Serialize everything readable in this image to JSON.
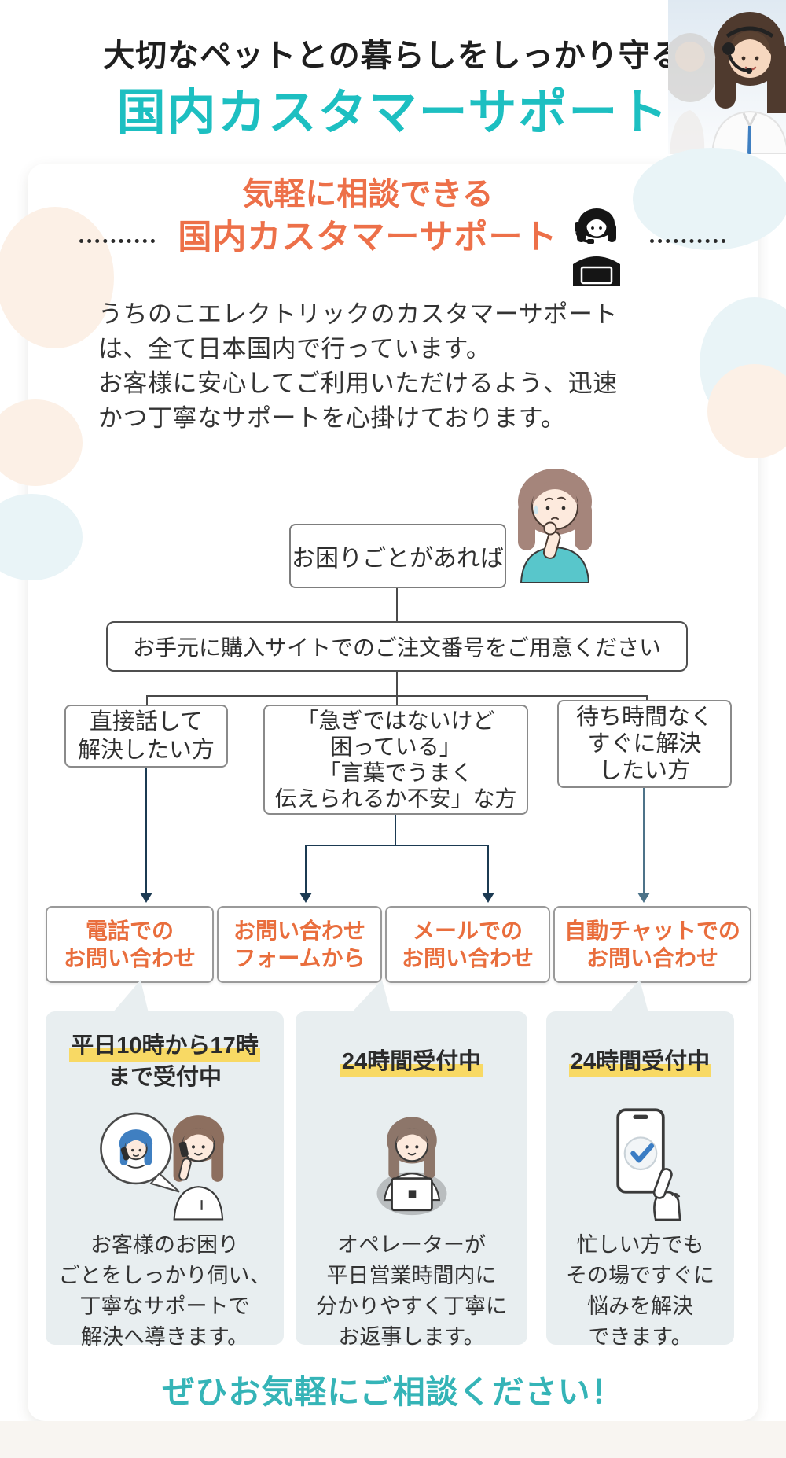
{
  "header": {
    "tagline": "大切なペットとの暮らしをしっかり守る",
    "title": "国内カスタマーサポート"
  },
  "intro": {
    "heading_line1": "気軽に相談できる",
    "heading_line2": "国内カスタマーサポート",
    "paragraph": "うちのこエレクトリックのカスタマーサポート\nは、全て日本国内で行っています。\nお客様に安心してご利用いただけるよう、迅速\nかつ丁寧なサポートを心掛けております。"
  },
  "flow": {
    "start": "お困りごとがあれば",
    "prepare": "お手元に購入サイトでのご注文番号をご用意ください",
    "branches": [
      {
        "condition": "直接話して\n解決したい方"
      },
      {
        "condition": "「急ぎではないけど\n困っている」\n「言葉でうまく\n伝えられるか不安」な方"
      },
      {
        "condition": "待ち時間なく\nすぐに解決\nしたい方"
      }
    ],
    "channels": [
      {
        "label": "電話での\nお問い合わせ"
      },
      {
        "label": "お問い合わせ\nフォームから"
      },
      {
        "label": "メールでの\nお問い合わせ"
      },
      {
        "label": "自動チャットでの\nお問い合わせ"
      }
    ]
  },
  "panels": [
    {
      "availability_highlight": "平日10時から17時",
      "availability_rest": "まで受付中",
      "illustration": "phone-call-illustration",
      "description": "お客様のお困り\nごとをしっかり伺い、\n丁寧なサポートで\n解決へ導きます。"
    },
    {
      "availability_highlight": "24時間受付中",
      "availability_rest": "",
      "illustration": "operator-at-laptop-illustration",
      "description": "オペレーターが\n平日営業時間内に\n分かりやすく丁寧に\nお返事します。"
    },
    {
      "availability_highlight": "24時間受付中",
      "availability_rest": "",
      "illustration": "smartphone-check-illustration",
      "description": "忙しい方でも\nその場ですぐに\n悩みを解決\nできます。"
    }
  ],
  "footer": {
    "message": "ぜひお気軽にご相談ください！"
  },
  "colors": {
    "title_teal": "#1dbfc1",
    "heading_orange": "#ed7049",
    "channel_orange": "#e96e3d",
    "highlight_yellow": "#f8d964",
    "panel_bg": "#e8eef0",
    "arrow_navy": "#1b3a52",
    "arrow_steel": "#4d7389",
    "footer_teal": "#35b4b7"
  }
}
